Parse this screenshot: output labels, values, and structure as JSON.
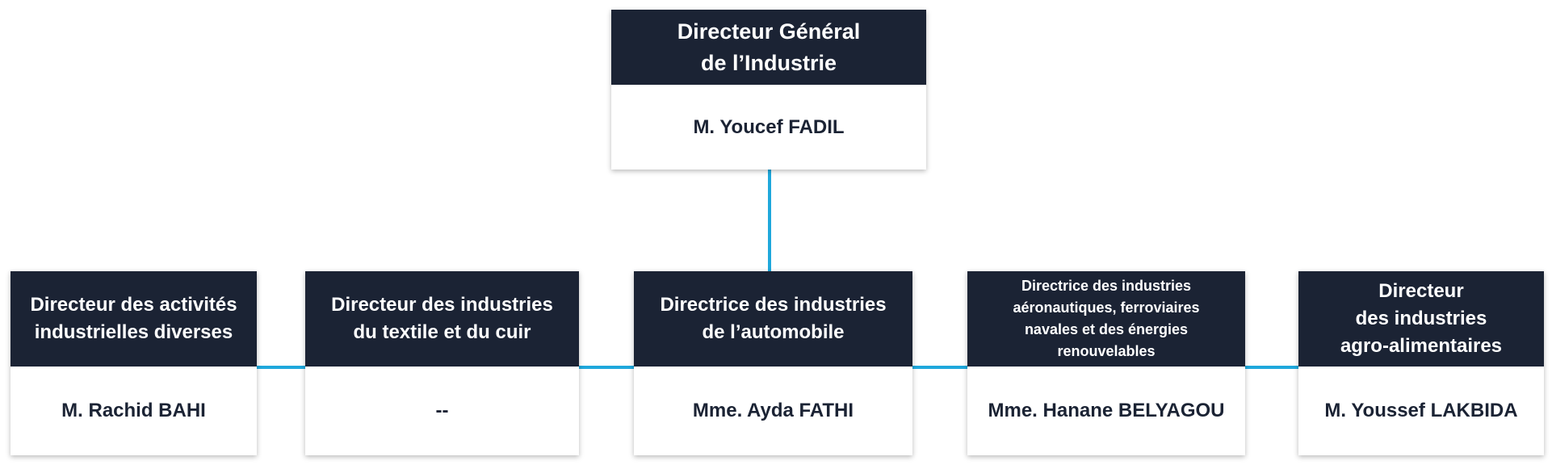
{
  "colors": {
    "header_bg": "#1b2334",
    "header_text": "#ffffff",
    "name_text": "#1b2334",
    "connector": "#1fa8dc",
    "card_bg": "#ffffff"
  },
  "chart": {
    "root": {
      "title": "Directeur Général\nde l’Industrie",
      "name": "M. Youcef FADIL"
    },
    "children": [
      {
        "title": "Directeur des activités\nindustrielles diverses",
        "name": "M. Rachid BAHI"
      },
      {
        "title": "Directeur des industries\ndu textile et du cuir",
        "name": "--"
      },
      {
        "title": "Directrice des industries\nde l’automobile",
        "name": "Mme. Ayda FATHI"
      },
      {
        "title": "Directrice des industries\naéronautiques, ferroviaires\nnavales et des énergies\nrenouvelables",
        "name": "Mme. Hanane BELYAGOU"
      },
      {
        "title": "Directeur\ndes industries\nagro-alimentaires",
        "name": "M. Youssef LAKBIDA"
      }
    ]
  }
}
